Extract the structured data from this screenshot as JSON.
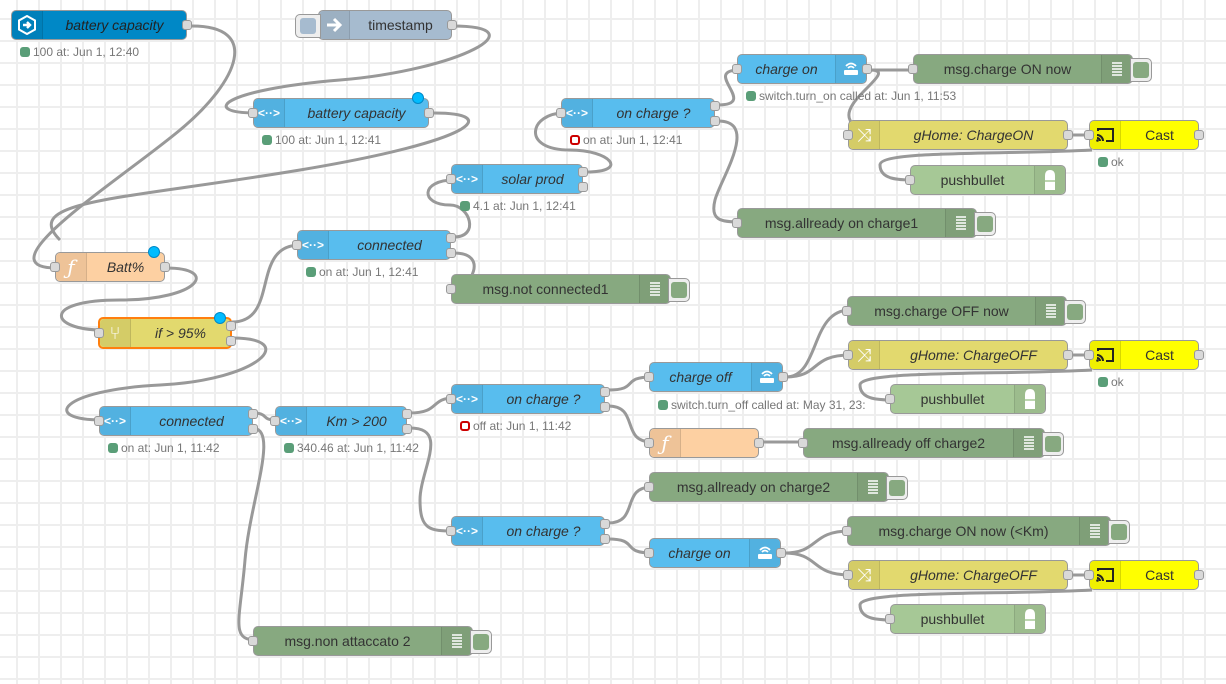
{
  "canvas": {
    "grid": true,
    "wire_color": "#999999"
  },
  "nodes": {
    "battery_capacity_trigger": {
      "label": "battery capacity",
      "status": "100 at: Jun 1, 12:40",
      "type": "server-state-changed",
      "color": "#0088c6"
    },
    "timestamp": {
      "label": "timestamp",
      "type": "inject",
      "color": "#a6bbcf"
    },
    "battery_capacity": {
      "label": "battery capacity",
      "status": "100 at: Jun 1, 12:41",
      "type": "current-state",
      "color": "#58bdee"
    },
    "on_charge_1": {
      "label": "on charge ?",
      "status": "on at: Jun 1, 12:41",
      "status_shape": "ring-red"
    },
    "solar_prod": {
      "label": "solar prod",
      "status": "4.1 at: Jun 1, 12:41"
    },
    "charge_on_1": {
      "label": "charge on",
      "status": "switch.turn_on called at: Jun 1, 11:53"
    },
    "msg_charge_on_now": {
      "label": "msg.charge ON now"
    },
    "ghome_chargeon": {
      "label": "gHome: ChargeON"
    },
    "cast_1": {
      "label": "Cast",
      "status": "ok"
    },
    "pushbullet_1": {
      "label": "pushbullet"
    },
    "msg_allready_on_charge1": {
      "label": "msg.allready on charge1"
    },
    "batt_pct": {
      "label": "Batt%"
    },
    "connected_1": {
      "label": "connected",
      "status": "on at: Jun 1, 12:41"
    },
    "msg_not_connected1": {
      "label": "msg.not connected1"
    },
    "if_95": {
      "label": "if > 95%"
    },
    "msg_charge_off_now": {
      "label": "msg.charge OFF now"
    },
    "charge_off": {
      "label": "charge off",
      "status": "switch.turn_off called at: May 31, 23:"
    },
    "ghome_chargeoff_1": {
      "label": "gHome: ChargeOFF"
    },
    "cast_2": {
      "label": "Cast",
      "status": "ok"
    },
    "pushbullet_2": {
      "label": "pushbullet"
    },
    "connected_2": {
      "label": "connected",
      "status": "on at: Jun 1, 11:42"
    },
    "km_200": {
      "label": "Km > 200",
      "status": "340.46 at: Jun 1, 11:42"
    },
    "on_charge_2": {
      "label": "on charge ?",
      "status": "off at: Jun 1, 11:42",
      "status_shape": "ring-red"
    },
    "fn_unnamed": {
      "label": ""
    },
    "msg_allready_off_charge2": {
      "label": "msg.allready off charge2"
    },
    "msg_allready_on_charge2": {
      "label": "msg.allready on charge2"
    },
    "on_charge_3": {
      "label": "on charge ?"
    },
    "charge_on_2": {
      "label": "charge on"
    },
    "msg_charge_on_now_km": {
      "label": "msg.charge ON now (<Km)"
    },
    "ghome_chargeoff_2": {
      "label": "gHome: ChargeOFF"
    },
    "cast_3": {
      "label": "Cast"
    },
    "pushbullet_3": {
      "label": "pushbullet"
    },
    "msg_non_attaccato_2": {
      "label": "msg.non attaccato 2"
    }
  }
}
